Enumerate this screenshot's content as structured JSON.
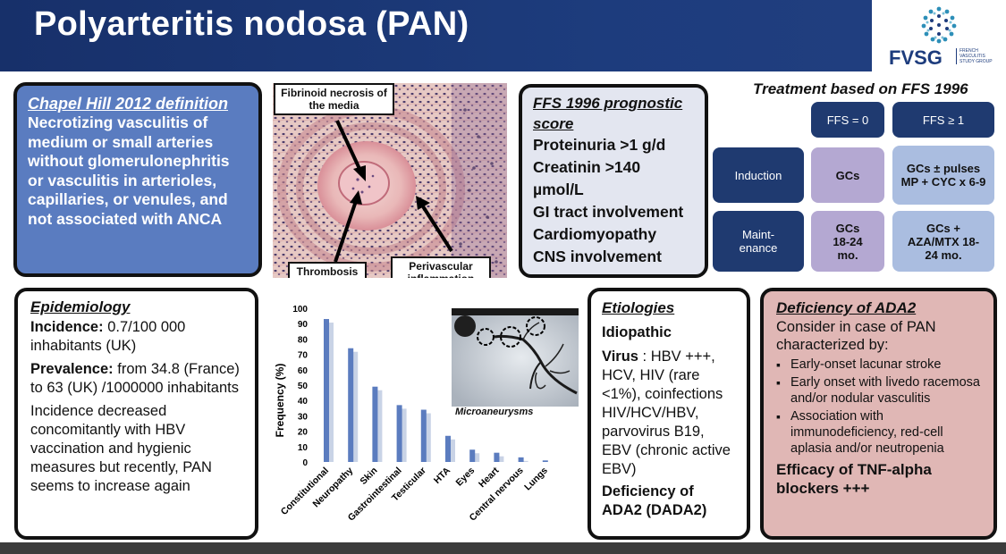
{
  "header": {
    "title": "Polyarteritis nodosa (PAN)",
    "logo_text": "FVSG",
    "logo_sub": "French Vasculitis Study Group"
  },
  "chapel": {
    "title": "Chapel Hill 2012 definition",
    "text": "Necrotizing vasculitis of medium or small arteries without glomerulonephritis or vasculitis in arterioles, capillaries, or venules, and not associated with ANCA"
  },
  "histology": {
    "callouts": [
      "Fibrinoid necrosis of the media",
      "Thrombosis",
      "Perivascular inflammation"
    ]
  },
  "ffs": {
    "title": "FFS 1996 prognostic score",
    "items": [
      "Proteinuria >1 g/d",
      "Creatinin >140 µmol/L",
      "GI tract involvement",
      "Cardiomyopathy",
      "CNS involvement"
    ]
  },
  "treatment": {
    "title": "Treatment based on FFS 1996",
    "col1": "FFS = 0",
    "col2": "FFS ≥ 1",
    "row1": "Induction",
    "row2": "Maint-enance",
    "ind_c1": "GCs",
    "ind_c2": "GCs ± pulses MP + CYC x 6-9",
    "main_c1": "GCs 18-24 mo.",
    "main_c2": "GCs + AZA/MTX 18-24 mo."
  },
  "epidemiology": {
    "title": "Epidemiology",
    "incidence_label": "Incidence:",
    "incidence_text": " 0.7/100 000 inhabitants (UK)",
    "prevalence_label": "Prevalence:",
    "prevalence_text": " from 34.8 (France) to 63 (UK) /1000000 inhabitants",
    "note": "Incidence decreased concomitantly with HBV vaccination and hygienic measures but recently, PAN seems to increase again"
  },
  "chart_data": {
    "type": "bar",
    "ylabel": "Frequency (%)",
    "xlabel": "",
    "ylim": [
      0,
      100
    ],
    "yticks": [
      0,
      10,
      20,
      30,
      40,
      50,
      60,
      70,
      80,
      90,
      100
    ],
    "categories": [
      "Constitutional",
      "Neuropathy",
      "Skin",
      "Gastrointestinal",
      "Testicular",
      "HTA",
      "Eyes",
      "Heart",
      "Central nervous",
      "Lungs"
    ],
    "values": [
      93,
      74,
      49,
      37,
      34,
      17,
      8,
      6,
      3,
      1
    ],
    "grid": false
  },
  "angio": {
    "label": "Microaneurysms"
  },
  "etiologies": {
    "title": "Etiologies",
    "idiopathic": "Idiopathic",
    "virus_label": "Virus",
    "virus_text": " : HBV +++, HCV, HIV (rare <1%), coinfections HIV/HCV/HBV, parvovirus B19, EBV (chronic active EBV)",
    "dada2": "Deficiency of ADA2 (DADA2)"
  },
  "ada2": {
    "title": "Deficiency of ADA2",
    "intro": "Consider in case of PAN characterized by:",
    "items": [
      "Early-onset lacunar stroke",
      "Early onset with livedo racemosa and/or nodular vasculitis",
      "Association with immunodeficiency, red-cell aplasia and/or neutropenia"
    ],
    "efficacy": "Efficacy of TNF-alpha blockers +++"
  }
}
